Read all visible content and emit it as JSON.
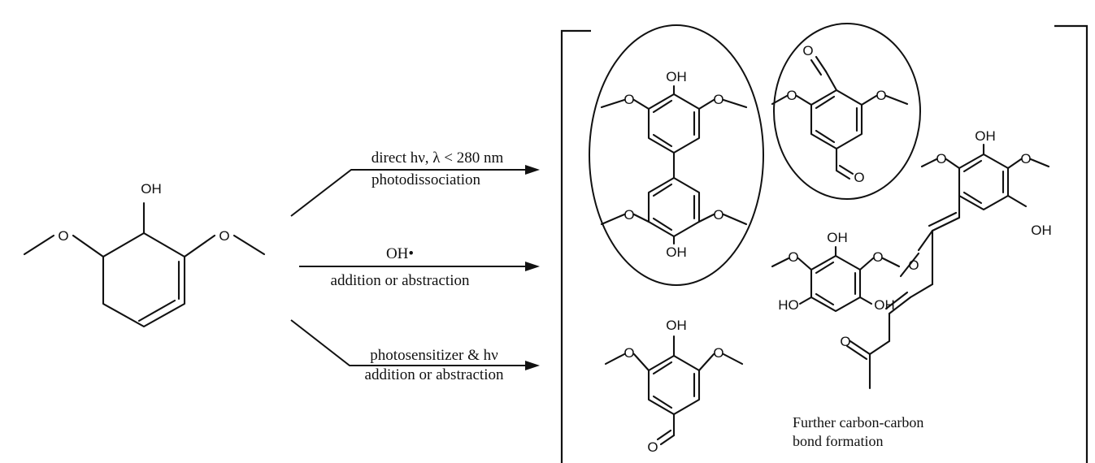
{
  "reactant": {
    "label_oh": "OH"
  },
  "arrows": [
    {
      "top": "direct hν, λ < 280 nm",
      "bottom": "photodissociation"
    },
    {
      "top": "OH•",
      "bottom": "addition or abstraction"
    },
    {
      "top": "photosensitizer & hν",
      "bottom": "addition or abstraction"
    }
  ],
  "products": {
    "biphenyl": {
      "oh_top": "OH",
      "oh_bottom": "OH"
    },
    "dialdehyde": {
      "o_top": "O",
      "o_bottom": "O"
    },
    "syringaldehyde": {
      "oh": "OH",
      "o": "O"
    },
    "triol": {
      "oh_top": "OH",
      "oh_left": "HO",
      "oh_right": "OH"
    },
    "dimer": {
      "oh_top": "OH",
      "oh_right": "OH",
      "o_ketone": "O"
    }
  },
  "note": {
    "line1": "Further carbon-carbon",
    "line2": "bond formation"
  }
}
